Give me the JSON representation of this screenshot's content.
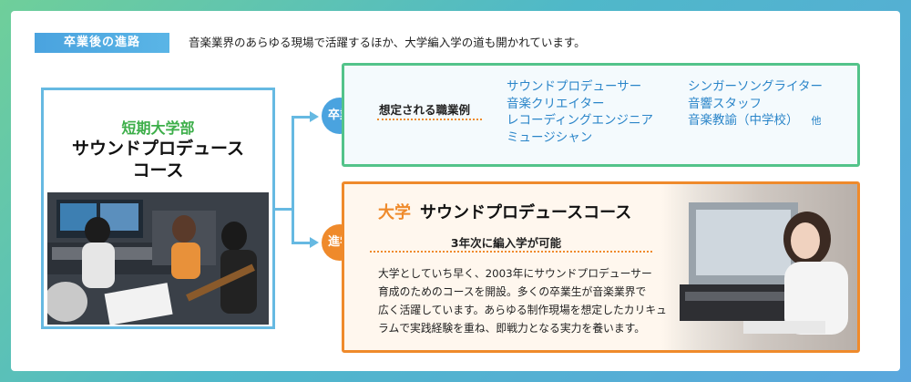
{
  "header": {
    "tag": "卒業後の進路",
    "text": "音楽業界のあらゆる現場で活躍するほか、大学編入学の道も開かれています。"
  },
  "course": {
    "dept": "短期大学部",
    "name_line1": "サウンドプロデュース",
    "name_line2": "コース"
  },
  "graduate": {
    "badge": "卒業",
    "label": "想定される職業例",
    "jobs_col1": [
      "サウンドプロデューサー",
      "音楽クリエイター",
      "レコーディングエンジニア",
      "ミュージシャン"
    ],
    "jobs_col2": [
      "シンガーソングライター",
      "音響スタッフ",
      "音楽教諭（中学校）"
    ],
    "other": "他"
  },
  "university": {
    "badge": "進学",
    "title_prefix": "大学",
    "title": "サウンドプロデュースコース",
    "subtitle": "3年次に編入学が可能",
    "body_lines": [
      "大学としていち早く、2003年にサウンドプロデューサー",
      "育成のためのコースを開設。多くの卒業生が音楽業界で",
      "広く活躍しています。あらゆる制作現場を想定したカリキュ",
      "ラムで実践経験を重ね、即戦力となる実力を養います。"
    ]
  }
}
